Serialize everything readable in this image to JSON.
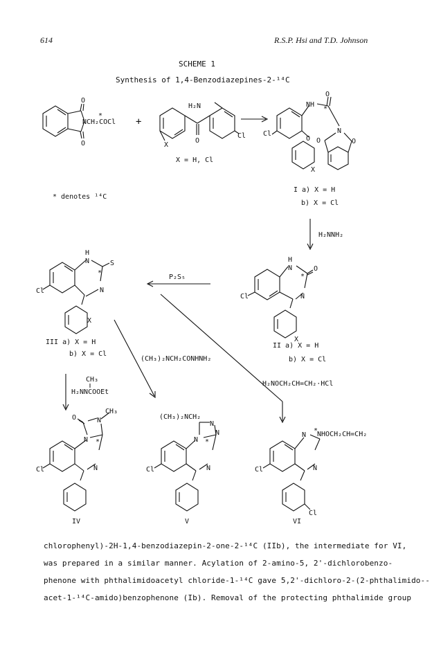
{
  "header": {
    "page_number": "614",
    "authors": "R.S.P. Hsi and T.D. Johnson"
  },
  "scheme": {
    "heading": "SCHEME 1",
    "subtitle": "Synthesis of 1,4-Benzodiazepines-2-¹⁴C",
    "footnote": "* denotes ¹⁴C",
    "plus": "+",
    "labels": {
      "cl": "Cl",
      "x": "X",
      "o": "O",
      "n": "N",
      "h": "H",
      "nh": "NH",
      "s": "S",
      "star": "*",
      "h2n": "H₂N",
      "phth_chain": "NCH₂COCl",
      "x_values": "X = H, Cl",
      "ch3": "CH₃",
      "iv_dma": "(CH₃)₂NCH₂",
      "vi_sub": "NHOCH₂CH=CH₂"
    },
    "compound_labels": {
      "I_a": "I  a) X = H",
      "I_b": "b) X = Cl",
      "II_a": "II  a)  X = H",
      "II_b": "b)  X = Cl",
      "III_a": "III  a)  X = H",
      "III_b": "b)  X = Cl",
      "IV": "IV",
      "V": "V",
      "VI": "VI"
    },
    "reagents": {
      "hydrazine": "H₂NNH₂",
      "p2s5": "P₂S₅",
      "acylhydrazide": "(CH₃)₂NCH₂CONHNH₂",
      "hydroxylamine": "H₂NOCH₂CH=CH₂·HCl",
      "carbazate_ch3": "CH₃",
      "carbazate": "H₂NNCOOEt"
    }
  },
  "body_text": [
    "chlorophenyl)-2H-1,4-benzodiazepin-2-one-2-¹⁴C (IIb), the intermediate for VI,",
    "was prepared in a similar manner.  Acylation of 2-amino-5, 2'-dichlorobenzo-",
    "phenone with phthalimidoacetyl chloride-1-¹⁴C gave 5,2'-dichloro-2-(2-phthalimido--",
    "acet-1-¹⁴C-amido)benzophenone (Ib).  Removal of the protecting phthalimide group"
  ]
}
